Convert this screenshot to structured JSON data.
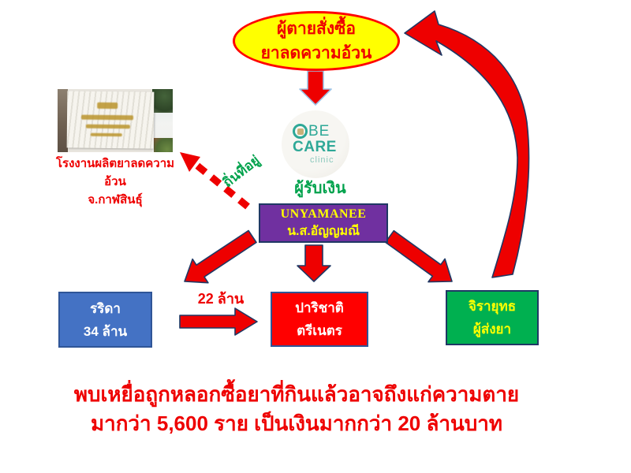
{
  "colors": {
    "background": "#ffffff",
    "arrow_red": "#ee0000",
    "arrow_outline": "#1f3864",
    "arrow_outline_light": "#9dc3e6",
    "ellipse_fill": "#ffff00",
    "ellipse_border": "#ff0000",
    "purple_fill": "#7030a0",
    "blue_fill": "#4472c4",
    "red_fill": "#ff0000",
    "green_fill": "#00b050",
    "logo_teal": "#2ea897",
    "label_green": "#00a24c",
    "text_red": "#ee0000"
  },
  "ellipse": {
    "line1": "ผู้ตายสั่งซื้อ",
    "line2": "ยาลดความอ้วน"
  },
  "logo": {
    "word1_rest": "BE",
    "word2": "CARE",
    "word3": "clinic"
  },
  "receiver_label": "ผู้รับเงิน",
  "purple_box": {
    "line1": "UNYAMANEE",
    "line2": "น.ส.อัญญมณี"
  },
  "residence_label": "ถิ่นที่อยู่",
  "factory": {
    "caption_line1": "โรงงานผลิตยาลดความอ้วน",
    "caption_line2": "จ.กาฬสินธุ์"
  },
  "blue_box": {
    "line1": "รริดา",
    "line2": "34 ล้าน"
  },
  "transfer_label": "22 ล้าน",
  "red_box": {
    "line1": "ปาริชาติ",
    "line2": "ตรีเนตร"
  },
  "green_box": {
    "line1": "จิรายุทธ",
    "line2": "ผู้ส่งยา"
  },
  "footer": {
    "line1": "พบเหยื่อถูกหลอกซื้อยาที่กินแล้วอาจถึงแก่ความตาย",
    "line2": "มากว่า  5,600 ราย เป็นเงินมากกว่า 20 ล้านบาท"
  }
}
